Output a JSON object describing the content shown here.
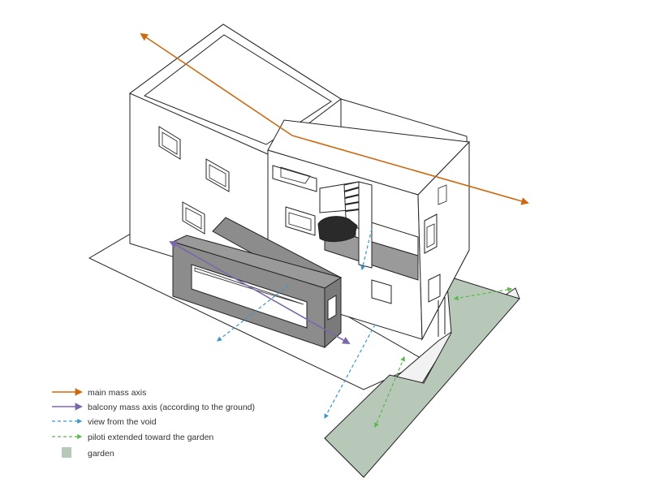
{
  "colors": {
    "main_axis": "#cc6a14",
    "balcony_axis": "#7c68a8",
    "view": "#3a96cc",
    "piloti": "#5ab84a",
    "garden": "#b8c8b8",
    "balcony": "#8c8c8c",
    "stair": "#2a2a2a",
    "outline": "#222222"
  },
  "legend": {
    "main_mass_axis": "main mass axis",
    "balcony_mass_axis": "balcony mass axis (according to the ground)",
    "view_from_void": "view from the void",
    "piloti": "piloti extended toward the garden",
    "garden": "garden"
  }
}
